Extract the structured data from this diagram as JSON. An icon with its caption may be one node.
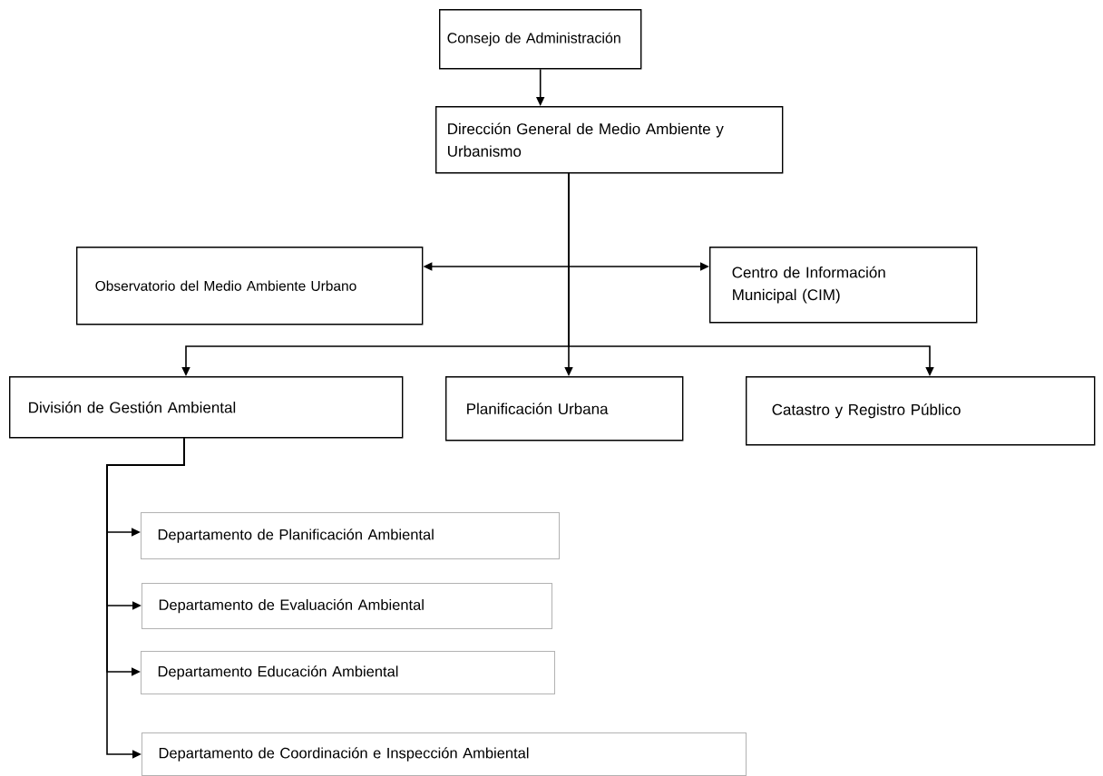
{
  "diagram": {
    "nodes": [
      {
        "text": [
          "Consejo de Administración"
        ]
      },
      {
        "text": [
          "Dirección General de Medio Ambiente y Urbanismo"
        ]
      },
      {
        "text": [
          "Observatorio del Medio Ambiente Urbano"
        ]
      },
      {
        "text": [
          "Centro de Información Municipal (CIM)"
        ]
      },
      {
        "text": [
          "División de Gestión Ambiental"
        ]
      },
      {
        "text": [
          "Planificación Urbana"
        ]
      },
      {
        "text": [
          "Catastro y Registro Público"
        ]
      },
      {
        "text": [
          "Departamento de Planificación Ambiental"
        ]
      },
      {
        "text": [
          "Departamento de Evaluación Ambiental"
        ]
      },
      {
        "text": [
          "Departamento Educación Ambiental"
        ]
      },
      {
        "text": [
          "Departamento de Coordinación e Inspección Ambiental"
        ]
      }
    ],
    "edges": [
      {
        "from": 0,
        "to": 1,
        "arrow": "to"
      },
      {
        "from": 1,
        "to": 2,
        "arrow": "to"
      },
      {
        "from": 1,
        "to": 3,
        "arrow": "to"
      },
      {
        "from": 1,
        "to": 4,
        "arrow": "to"
      },
      {
        "from": 1,
        "to": 5,
        "arrow": "to"
      },
      {
        "from": 1,
        "to": 6,
        "arrow": "to"
      },
      {
        "from": 4,
        "to": 7,
        "arrow": "to"
      },
      {
        "from": 4,
        "to": 8,
        "arrow": "to"
      },
      {
        "from": 4,
        "to": 9,
        "arrow": "to"
      },
      {
        "from": 4,
        "to": 10,
        "arrow": "to"
      }
    ]
  }
}
